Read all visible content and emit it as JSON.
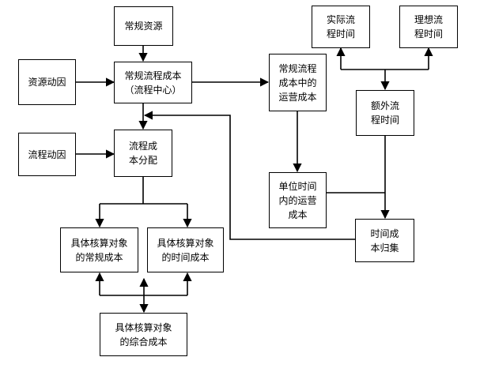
{
  "nodes": {
    "regular_resources": "常规资源",
    "resource_driver": "资源动因",
    "regular_process_cost": "常规流程成本\n（流程中心）",
    "process_driver": "流程动因",
    "process_cost_allocation": "流程成\n本分配",
    "regular_process_operating_cost": "常规流程\n成本中的\n运营成本",
    "actual_process_time": "实际流\n程时间",
    "ideal_process_time": "理想流\n程时间",
    "extra_process_time": "额外流\n程时间",
    "unit_time_operating_cost": "单位时间\n内的运营\n成本",
    "time_cost_attribution": "时间成\n本归集",
    "object_regular_cost": "具体核算对象\n的常规成本",
    "object_time_cost": "具体核算对象\n的时间成本",
    "object_total_cost": "具体核算对象\n的综合成本"
  }
}
